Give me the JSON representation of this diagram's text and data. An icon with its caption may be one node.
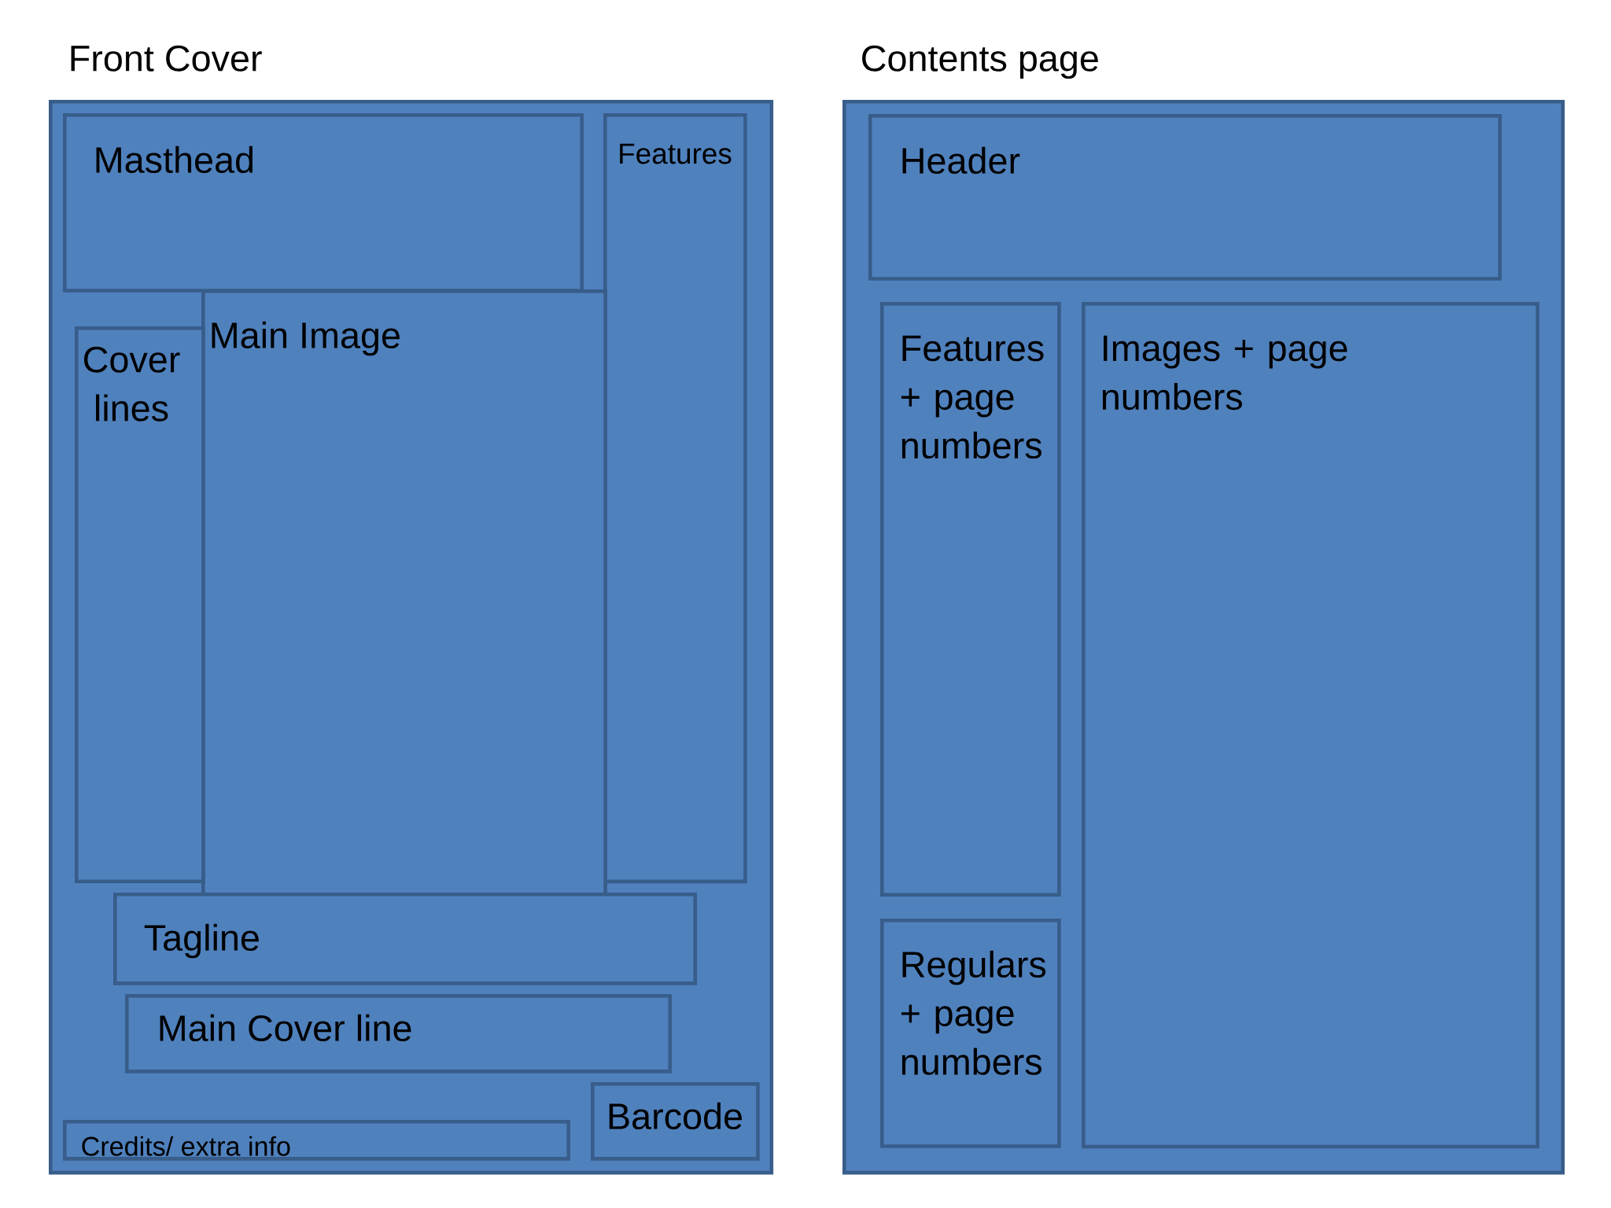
{
  "diagram": {
    "nodes": [
      {
        "text": [
          "Front Cover"
        ]
      },
      {
        "text": [
          "Masthead"
        ],
        "in": 0
      },
      {
        "text": [
          "Features"
        ],
        "in": 0
      },
      {
        "text": [
          "Main Image"
        ],
        "in": 0
      },
      {
        "text": [
          "Cover lines"
        ],
        "in": 0
      },
      {
        "text": [
          "Tagline"
        ],
        "in": 0
      },
      {
        "text": [
          "Main Cover line"
        ],
        "in": 0
      },
      {
        "text": [
          "Barcode"
        ],
        "in": 0
      },
      {
        "text": [
          "Credits/ extra info"
        ],
        "in": 0
      },
      {
        "text": [
          "Contents page"
        ]
      },
      {
        "text": [
          "Header"
        ],
        "in": 9
      },
      {
        "text": [
          "Features + page numbers"
        ],
        "in": 9
      },
      {
        "text": [
          "Images + page numbers"
        ],
        "in": 9
      },
      {
        "text": [
          "Regulars + page numbers"
        ],
        "in": 9
      }
    ]
  }
}
